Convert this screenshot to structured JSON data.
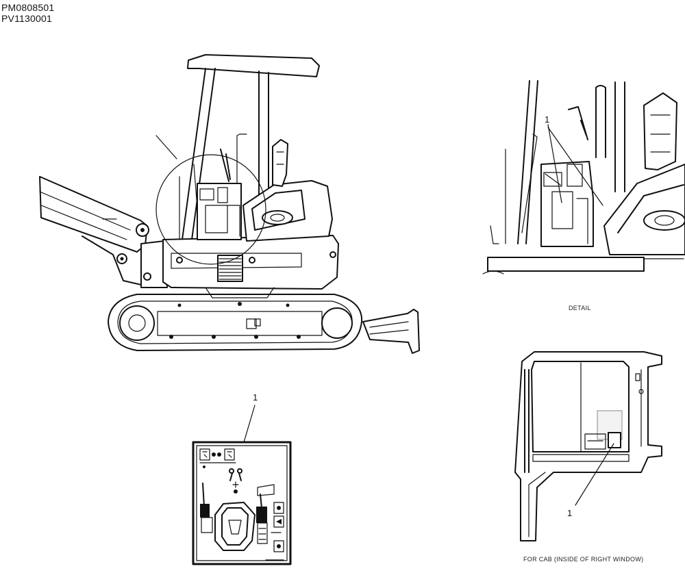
{
  "codes": {
    "line1": "PM0808501",
    "line2": "PV1130001"
  },
  "captions": {
    "detail": "DETAIL",
    "cab": "FOR CAB (INSIDE OF RIGHT WINDOW)"
  },
  "callouts": {
    "detail": "1",
    "decal": "1",
    "cab": "1"
  }
}
